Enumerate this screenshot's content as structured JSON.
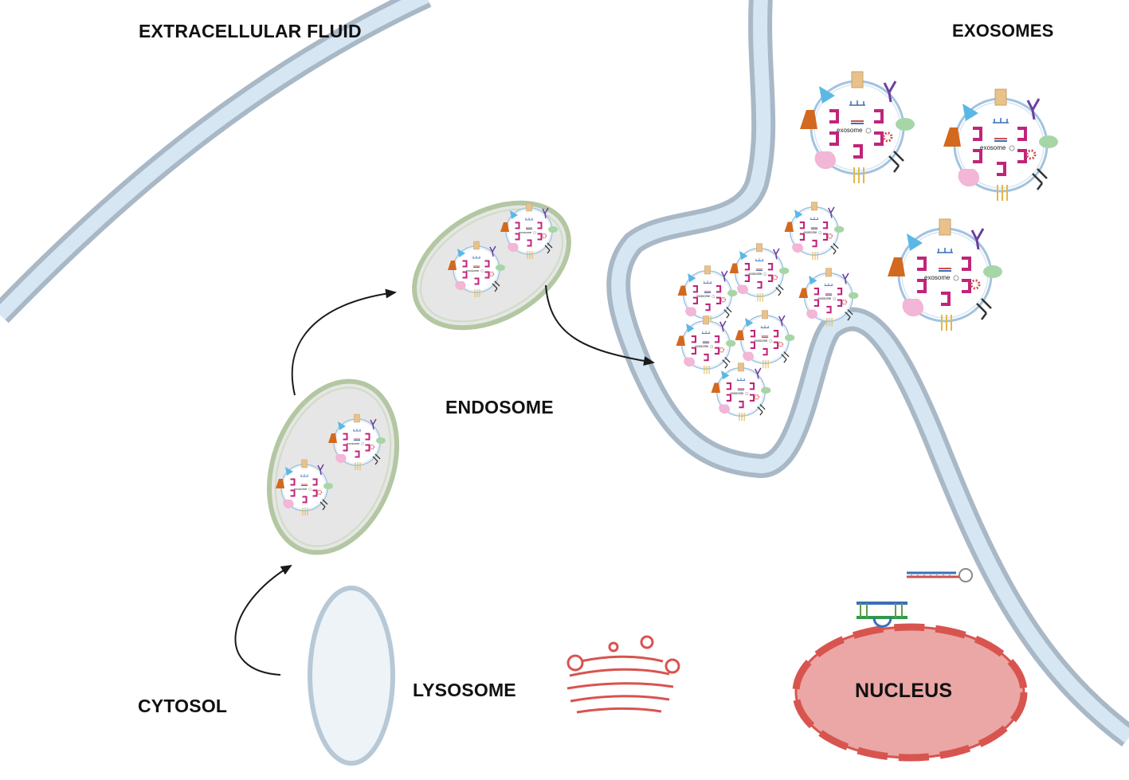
{
  "labels": {
    "extracellular_fluid": "EXTRACELLULAR FLUID",
    "exosomes": "EXOSOMES",
    "endosome": "ENDOSOME",
    "cytosol": "CYTOSOL",
    "lysosome": "LYSOSOME",
    "nucleus": "NUCLEUS"
  },
  "vesicle_text": "exosome",
  "colors": {
    "membrane_fill": "#d6e6f2",
    "membrane_stroke": "#a9b8c6",
    "endosome_fill": "#e6e6e6",
    "endosome_stroke": "#b3c7a2",
    "lysosome_fill": "#eef3f7",
    "lysosome_stroke": "#b7c8d6",
    "nucleus_fill": "#eaa7a5",
    "nucleus_stroke": "#d8554f",
    "golgi_stroke": "#d9534f",
    "vesicle_stroke": "#a3c3df",
    "arrow": "#1a1a1a",
    "triangle_marker": "#5bb8e6",
    "trapezoid_marker": "#d2691e",
    "cargo_magenta": "#c0257a",
    "lipid_green": "#a6d6a6",
    "protein_pink": "#f2b6d6",
    "receptor_orange": "#e8c28a",
    "antibody_purple": "#6b3fa0"
  }
}
